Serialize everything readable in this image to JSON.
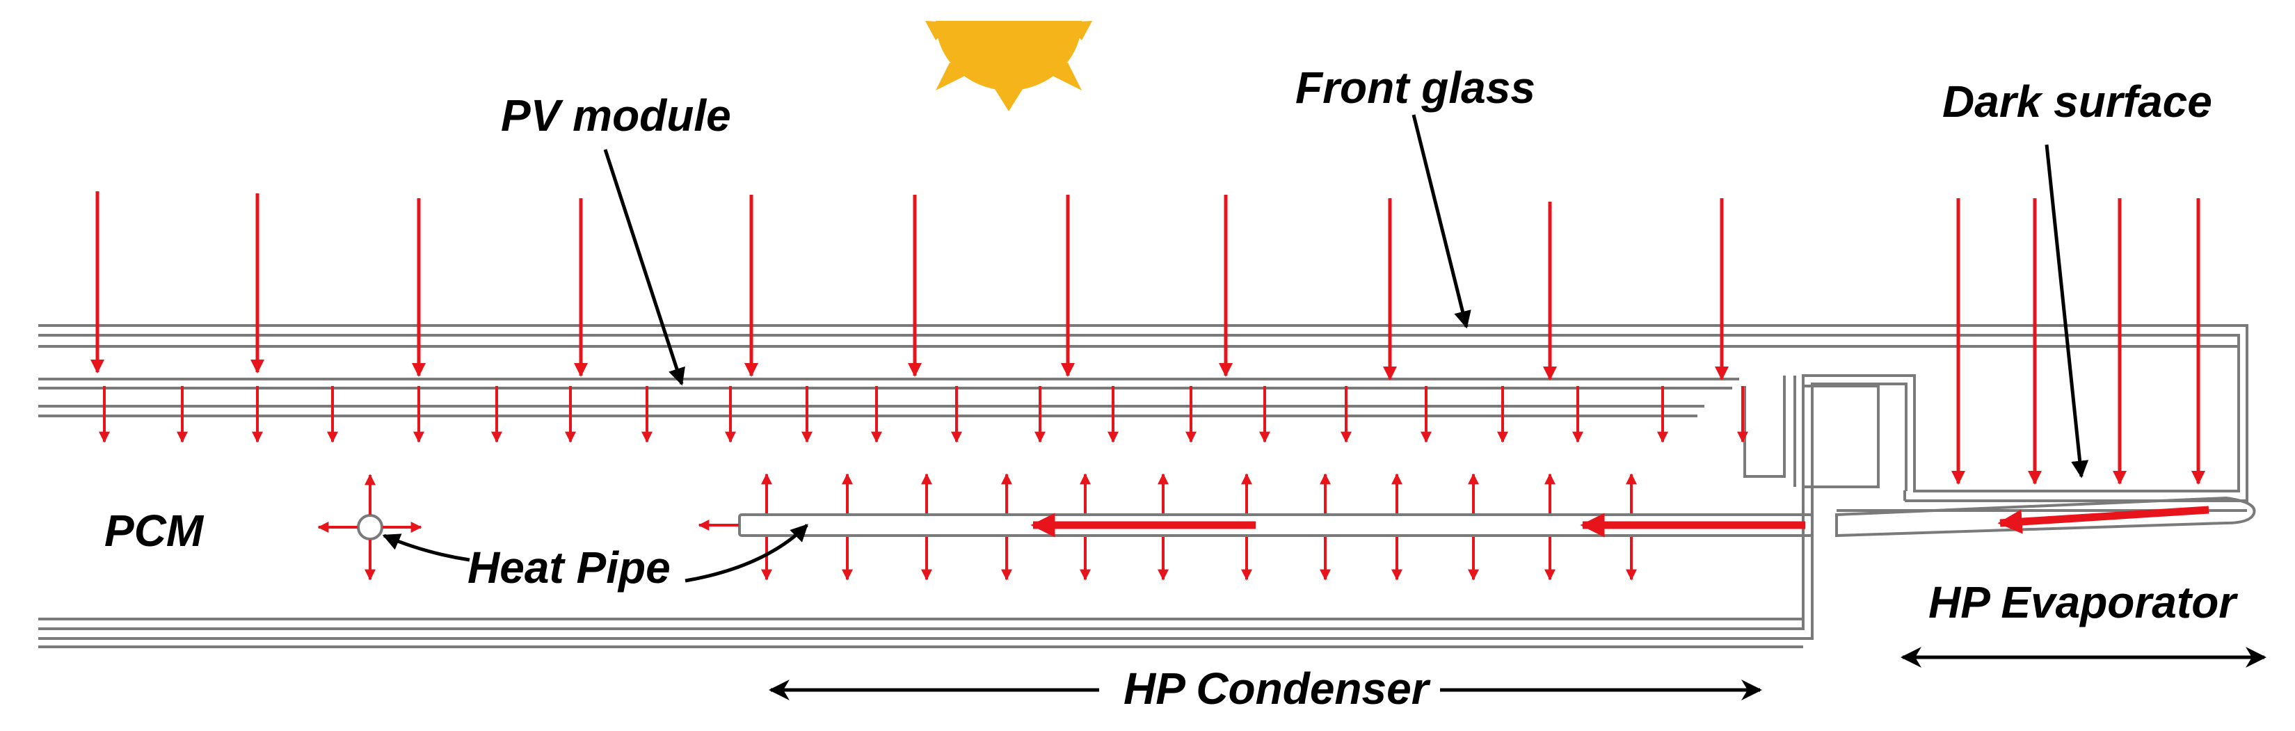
{
  "labels": {
    "pv_module": "PV module",
    "front_glass": "Front glass",
    "dark_surface": "Dark surface",
    "pcm": "PCM",
    "heat_pipe": "Heat Pipe",
    "hp_condenser": "HP Condenser",
    "hp_evaporator": "HP Evaporator"
  },
  "icons": {
    "sun": "sun-icon"
  },
  "colors": {
    "heat_arrow": "#e8141b",
    "sun_fill": "#f5b41a",
    "outline": "#7a7a7a",
    "annotation": "#000000"
  }
}
